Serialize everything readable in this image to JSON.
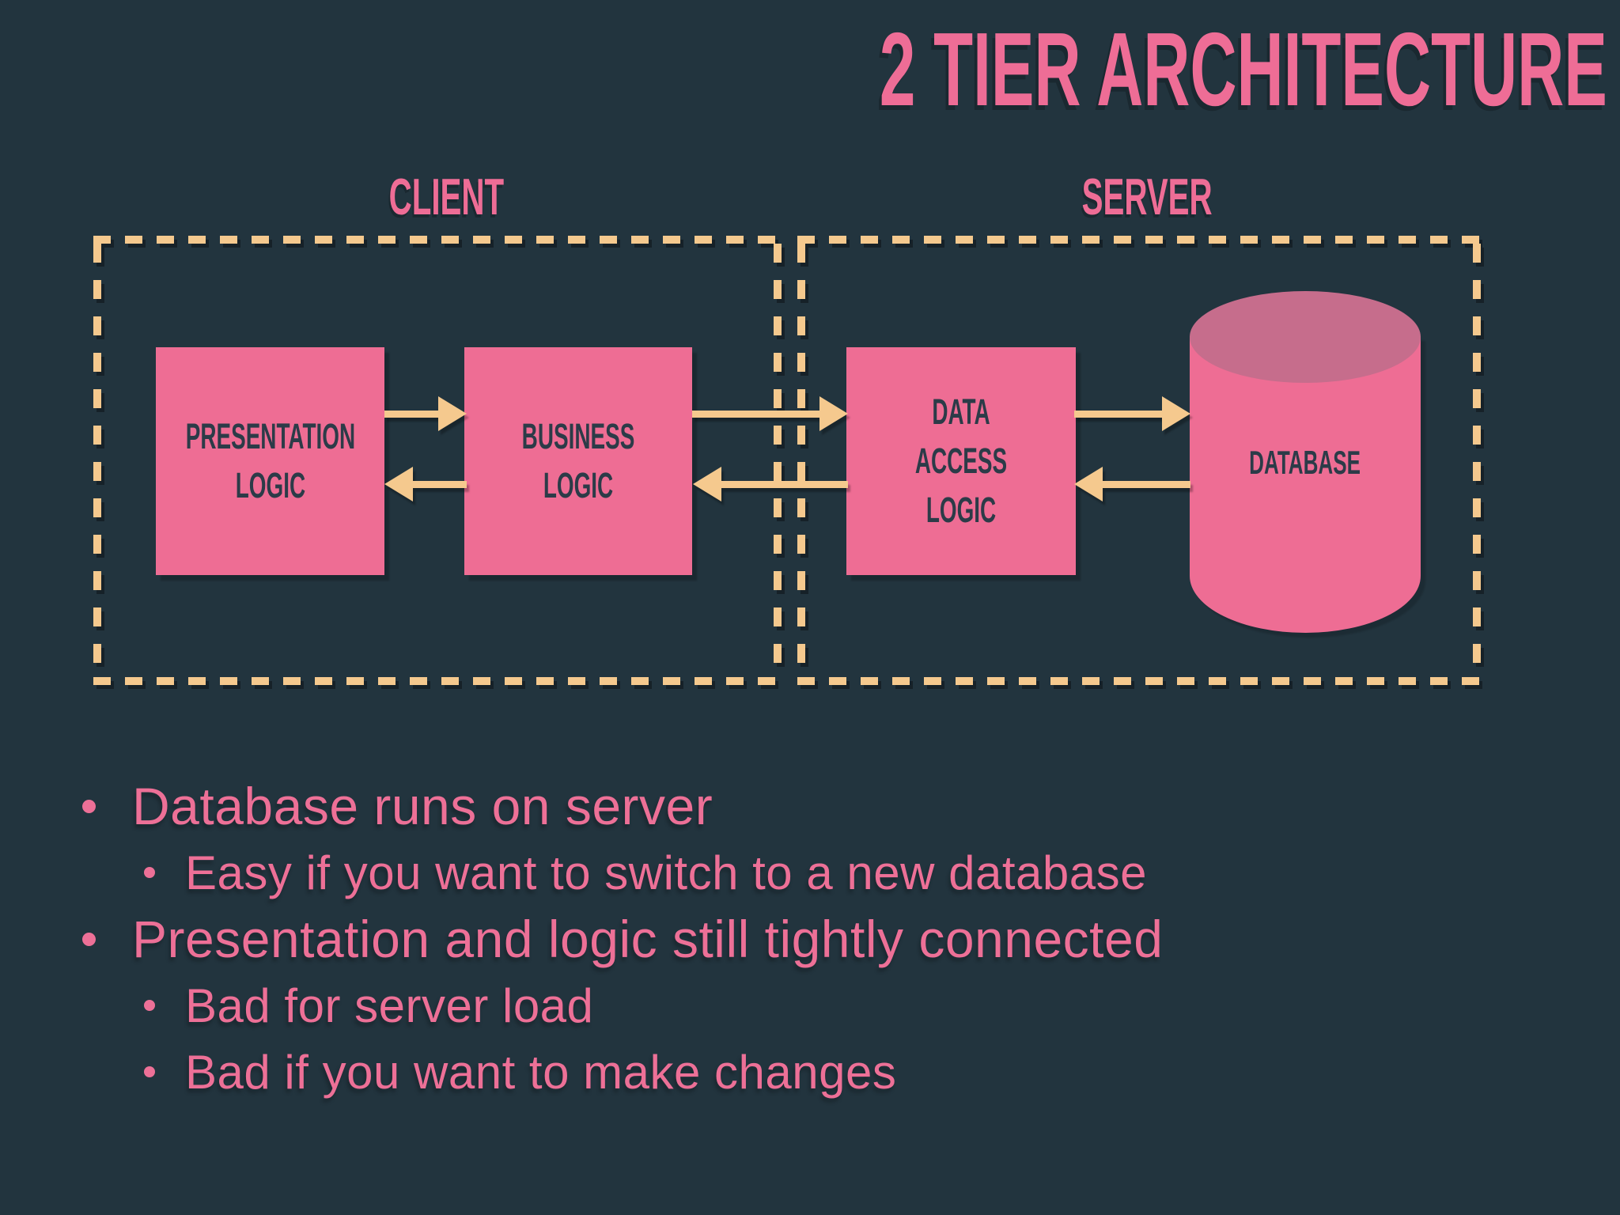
{
  "slide": {
    "title": "2 TIER ARCHITECTURE"
  },
  "diagram": {
    "tiers": [
      {
        "id": "client",
        "label": "CLIENT"
      },
      {
        "id": "server",
        "label": "SERVER"
      }
    ],
    "nodes": [
      {
        "id": "presentation-logic",
        "tier": "client",
        "shape": "rectangle",
        "label": "PRESENTATION\nLOGIC"
      },
      {
        "id": "business-logic",
        "tier": "client",
        "shape": "rectangle",
        "label": "BUSINESS LOGIC"
      },
      {
        "id": "data-access-logic",
        "tier": "server",
        "shape": "rectangle",
        "label": "DATA ACCESS\nLOGIC"
      },
      {
        "id": "database",
        "tier": "server",
        "shape": "cylinder",
        "label": "DATABASE"
      }
    ],
    "connections": [
      {
        "from": "presentation-logic",
        "to": "business-logic",
        "direction": "right"
      },
      {
        "from": "business-logic",
        "to": "presentation-logic",
        "direction": "left"
      },
      {
        "from": "business-logic",
        "to": "data-access-logic",
        "direction": "right"
      },
      {
        "from": "data-access-logic",
        "to": "business-logic",
        "direction": "left"
      },
      {
        "from": "data-access-logic",
        "to": "database",
        "direction": "right"
      },
      {
        "from": "database",
        "to": "data-access-logic",
        "direction": "left"
      }
    ]
  },
  "bullets": [
    {
      "level": 1,
      "text": "Database runs on server"
    },
    {
      "level": 2,
      "text": "Easy if you want to switch to a new database"
    },
    {
      "level": 1,
      "text": "Presentation and logic still tightly connected"
    },
    {
      "level": 2,
      "text": "Bad for server load"
    },
    {
      "level": 2,
      "text": "Bad if you want to make changes"
    }
  ],
  "colors": {
    "background": "#22343e",
    "accent_pink": "#ee6d94",
    "cylinder_top_pink": "#c66d8c",
    "accent_tan": "#f5c98e",
    "heading_pink": "#ee6d96",
    "bullet_pink": "#ed7097",
    "dark_text": "#2c3b48"
  }
}
